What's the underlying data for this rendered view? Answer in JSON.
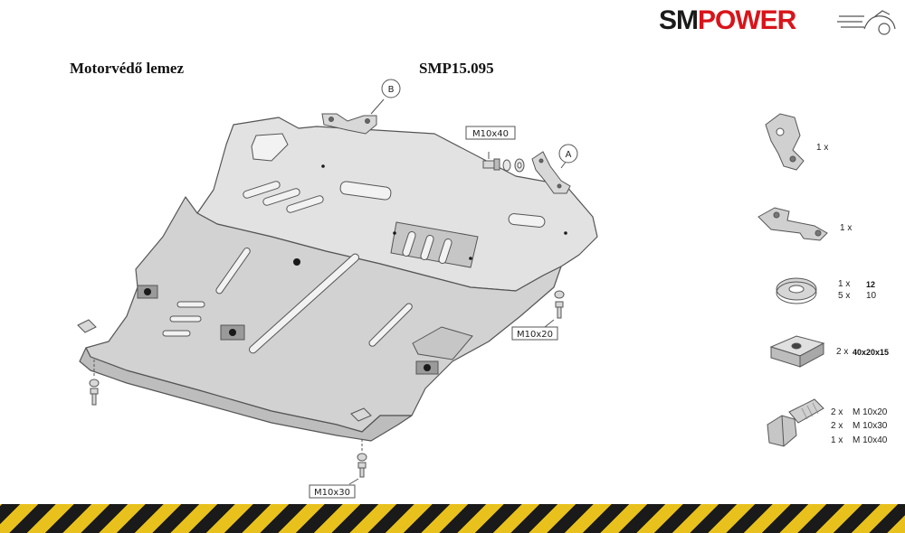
{
  "brand": {
    "part1": "SM",
    "part2": "POWER",
    "accent": "#d8141a",
    "dark": "#1a1a1a"
  },
  "header": {
    "title": "Motorvédő lemez",
    "code": "SMP15.095"
  },
  "callouts": {
    "a": "A",
    "b": "B",
    "bolt_top": "M10x40",
    "bolt_right": "M10x20",
    "bolt_bottom": "M10x30"
  },
  "parts": [
    {
      "name": "bracket-a",
      "qty": "1 x"
    },
    {
      "name": "bracket-b",
      "qty": "1 x"
    },
    {
      "name": "washer",
      "lines": [
        {
          "qty": "1 x",
          "size": "12"
        },
        {
          "qty": "5 x",
          "size": "10"
        }
      ]
    },
    {
      "name": "plate-nut",
      "qty": "2 x",
      "size": "40x20x15"
    },
    {
      "name": "bolt",
      "lines": [
        {
          "qty": "2 x",
          "size": "M 10x20"
        },
        {
          "qty": "2 x",
          "size": "M 10x30"
        },
        {
          "qty": "1 x",
          "size": "M 10x40"
        }
      ]
    }
  ],
  "colors": {
    "plate": "#d9d9d9",
    "plate_dark": "#bdbdbd",
    "line": "#555555",
    "stripe_yellow": "#e8c11c",
    "stripe_black": "#1a1a1a"
  }
}
